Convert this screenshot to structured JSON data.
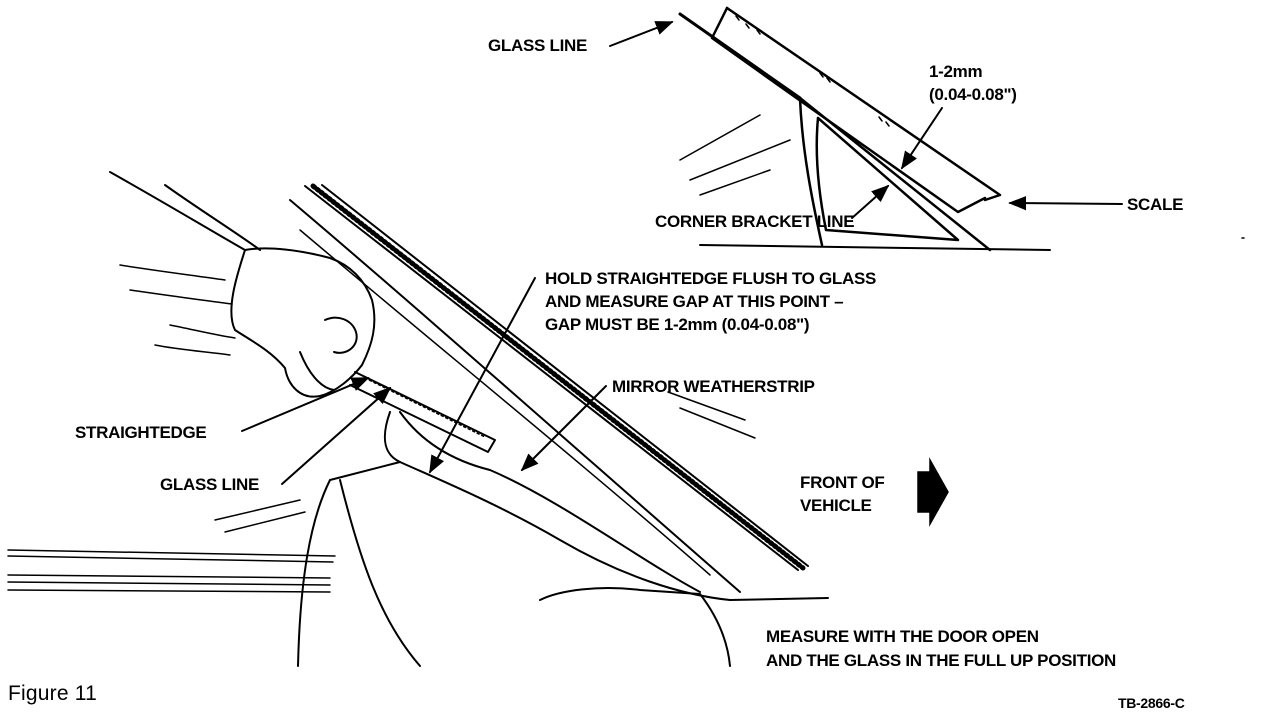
{
  "labels": {
    "glass_line_top": "GLASS LINE",
    "measurement": "1-2mm",
    "measurement_inches": "(0.04-0.08\")",
    "scale": "SCALE",
    "corner_bracket_line": "CORNER BRACKET LINE",
    "instruction_line1": "HOLD STRAIGHTEDGE FLUSH TO GLASS",
    "instruction_line2": "AND MEASURE GAP AT THIS POINT –",
    "instruction_line3": "GAP MUST BE 1-2mm (0.04-0.08\")",
    "mirror_weatherstrip": "MIRROR WEATHERSTRIP",
    "straightedge": "STRAIGHTEDGE",
    "glass_line_bottom": "GLASS LINE",
    "front_of_vehicle_line1": "FRONT OF",
    "front_of_vehicle_line2": "VEHICLE",
    "note_line1": "MEASURE WITH THE DOOR OPEN",
    "note_line2": "AND THE GLASS IN THE FULL UP POSITION"
  },
  "caption": "Figure 11",
  "figure_code": "TB-2866-C"
}
